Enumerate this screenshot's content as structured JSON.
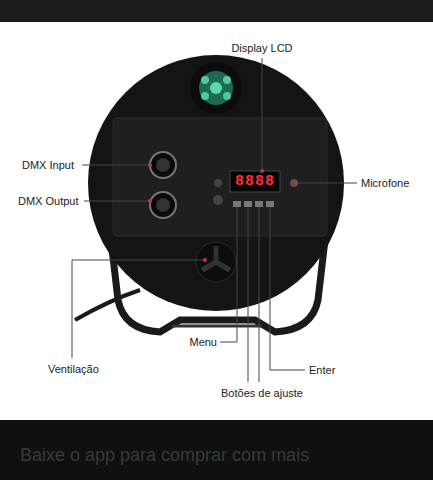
{
  "diagram": {
    "labels": [
      "Display LCD",
      "DMX Input",
      "DMX Output",
      "Microfone",
      "8888",
      "Ventilação",
      "Menu",
      "Botões de ajuste",
      "Enter",
      "Baixe o app para comprar com mais"
    ]
  }
}
